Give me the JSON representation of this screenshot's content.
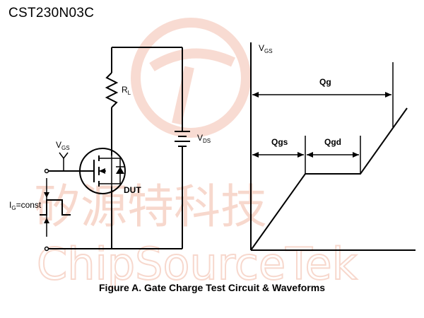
{
  "header": {
    "part_number": "CST230N03C"
  },
  "watermark": {
    "chinese_text": "矽源特科技",
    "english_text": "ChipSourceTek",
    "color": "#f2b9a6"
  },
  "circuit": {
    "resistor_label": "R",
    "resistor_sub": "L",
    "vgs_label": "V",
    "vgs_sub": "GS",
    "vds_label": "V",
    "vds_sub": "DS",
    "dut_label": "DUT",
    "ig_label": "I",
    "ig_sub": "G",
    "ig_suffix": "=const"
  },
  "waveform": {
    "vgs_axis_label": "V",
    "vgs_axis_sub": "GS",
    "qg_label": "Qg",
    "qgs_label": "Qgs",
    "qgd_label": "Qgd"
  },
  "caption": "Figure A. Gate Charge Test Circuit & Waveforms"
}
